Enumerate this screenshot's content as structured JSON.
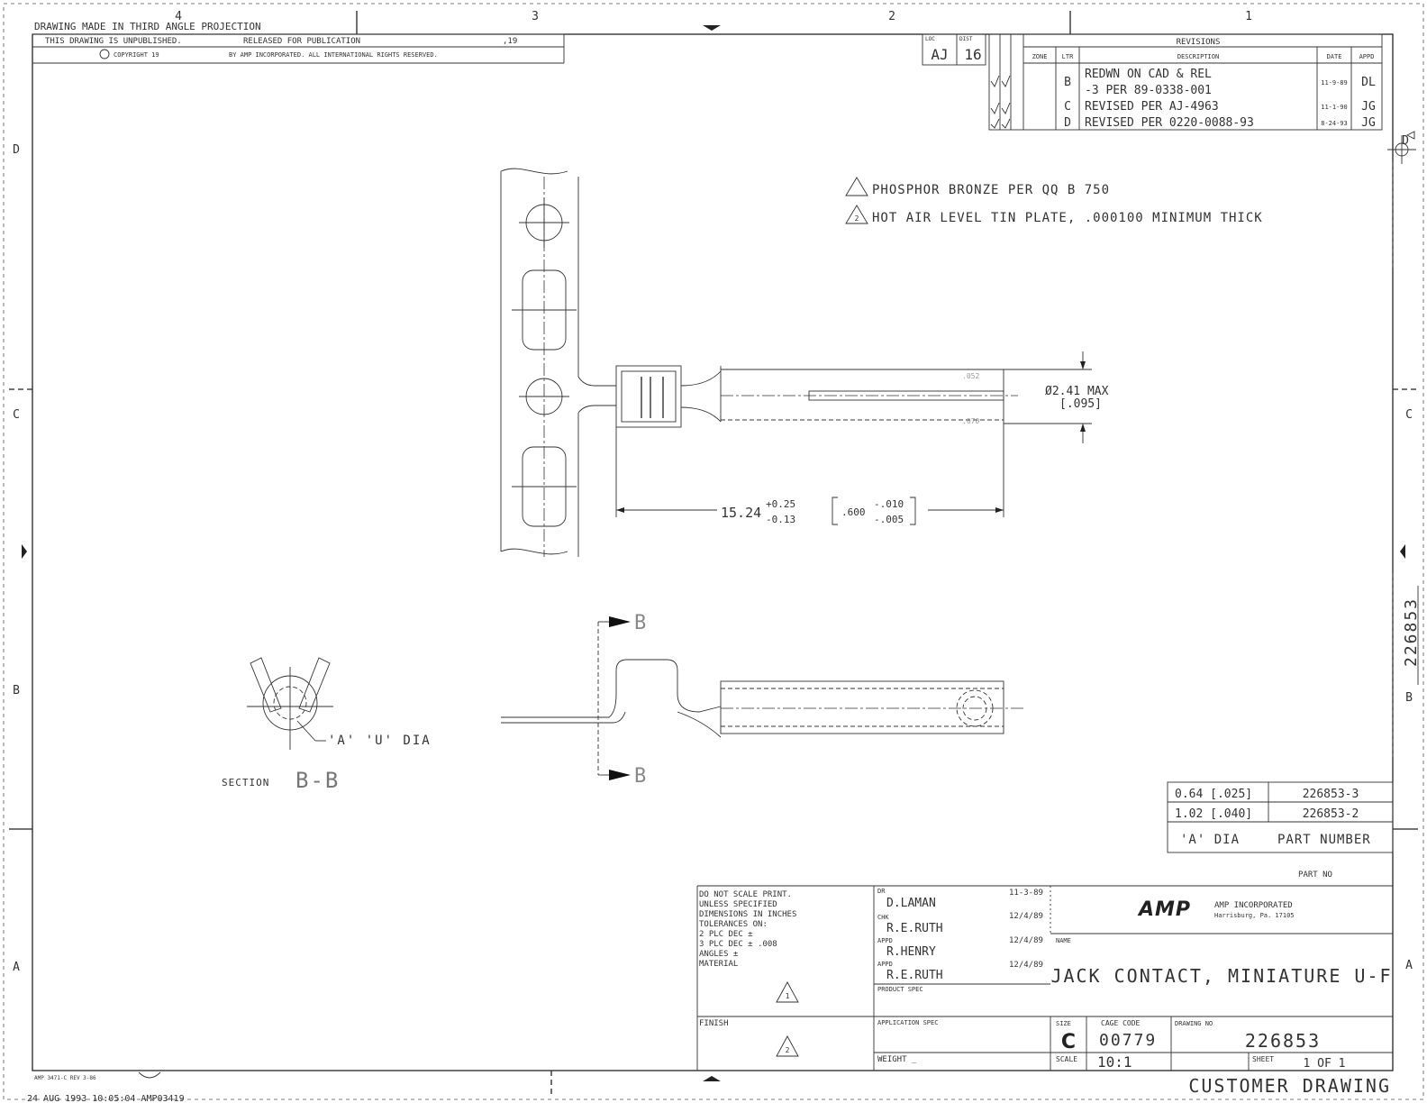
{
  "header": {
    "projection": "DRAWING MADE IN THIRD ANGLE PROJECTION",
    "unpublished": "THIS DRAWING IS UNPUBLISHED.",
    "released": "RELEASED FOR PUBLICATION",
    "year": ",19",
    "copyright": "COPYRIGHT 19",
    "rights": "BY AMP INCORPORATED. ALL INTERNATIONAL RIGHTS RESERVED."
  },
  "zones": {
    "top": [
      "4",
      "3",
      "2",
      "1"
    ],
    "left": [
      "D",
      "C",
      "B",
      "A"
    ]
  },
  "revisions": {
    "title": "REVISIONS",
    "loc_label": "LOC",
    "dist_label": "DIST",
    "loc": "AJ",
    "dist": "16",
    "headers": {
      "zone": "ZONE",
      "ltr": "LTR",
      "description": "DESCRIPTION",
      "date": "DATE",
      "appd": "APPD"
    },
    "rows": [
      {
        "ltr": "B",
        "desc1": "REDWN ON CAD & REL",
        "desc2": "-3 PER 89-0338-001",
        "date": "11-9-89",
        "appd": "DL"
      },
      {
        "ltr": "C",
        "desc1": "REVISED PER AJ-4963",
        "date": "11-1-90",
        "appd": "JG"
      },
      {
        "ltr": "D",
        "desc1": "REVISED PER 0220-0088-93",
        "date": "8-24-93",
        "appd": "JG"
      }
    ]
  },
  "notes": {
    "note1": "PHOSPHOR BRONZE PER QQ B 750",
    "note2": "HOT AIR LEVEL TIN PLATE, .000100 MINIMUM THICK",
    "flag1": "1",
    "flag2": "2"
  },
  "dimensions": {
    "dia_max": "Ø2.41 MAX",
    "dia_inch": "[.095]",
    "length_main": "15.24",
    "length_tol_plus": "+0.25",
    "length_tol_minus": "-0.13",
    "length_inch": ".600",
    "length_inch_plus": "-.010",
    "length_inch_minus": "-.005",
    "section_callout": "B",
    "a_dia": "'A' 'U' DIA",
    "section_label": "SECTION",
    "section_name": "B-B"
  },
  "part_table": {
    "rows": [
      {
        "dia": "0.64 [.025]",
        "part": "226853-3"
      },
      {
        "dia": "1.02 [.040]",
        "part": "226853-2"
      }
    ],
    "header_dia": "'A' DIA",
    "header_part": "PART NUMBER",
    "part_no_label": "PART NO"
  },
  "tolerance_block": {
    "line1": "DO NOT SCALE PRINT.",
    "line2": "UNLESS SPECIFIED",
    "line3": "DIMENSIONS IN INCHES",
    "line4": "TOLERANCES ON:",
    "line5": "2 PLC DEC ±",
    "line6": "3 PLC DEC ± .008",
    "line7": "ANGLES ±",
    "material": "MATERIAL",
    "finish": "FINISH"
  },
  "signatures": {
    "dr_label": "DR",
    "dr": "D.LAMAN",
    "dr_date": "11-3-89",
    "chk_label": "CHK",
    "chk": "R.E.RUTH",
    "chk_date": "12/4/89",
    "appd1_label": "APPD",
    "appd1": "R.HENRY",
    "appd1_date": "12/4/89",
    "appd2_label": "APPD",
    "appd2": "R.E.RUTH",
    "appd2_date": "12/4/89",
    "product_spec": "PRODUCT SPEC",
    "application_spec": "APPLICATION SPEC",
    "weight": "WEIGHT _"
  },
  "title_block": {
    "logo": "AMP",
    "company": "AMP INCORPORATED",
    "city": "Harrisburg, Pa. 17105",
    "name_label": "NAME",
    "name": "JACK CONTACT, MINIATURE U-F",
    "size_label": "SIZE",
    "size": "C",
    "cage_label": "CAGE CODE",
    "cage": "00779",
    "dwg_label": "DRAWING NO",
    "dwg": "226853",
    "scale_label": "SCALE",
    "scale": "10:1",
    "sheet_label": "SHEET",
    "sheet": "1 OF 1",
    "customer": "CUSTOMER DRAWING",
    "side_number": "226853"
  },
  "footer": {
    "form": "AMP 3471-C REV 3-86",
    "stamp": "24 AUG 1993    10:05:04    AMP03419"
  }
}
